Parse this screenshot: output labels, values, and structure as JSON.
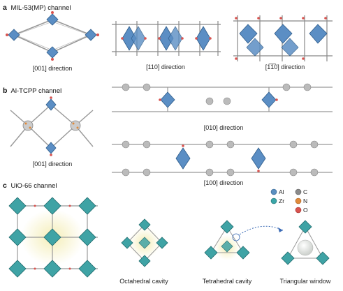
{
  "panels": [
    {
      "letter": "a",
      "title": "MIL-53(MP) channel",
      "views": [
        "[001] direction",
        "[110] direction",
        "[1̅1̅0] direction"
      ]
    },
    {
      "letter": "b",
      "title": "Al-TCPP channel",
      "views": [
        "[001] direction",
        "[010] direction",
        "[100] direction"
      ]
    },
    {
      "letter": "c",
      "title": "UiO-66 channel",
      "views": [
        "Octahedral cavity",
        "Tetrahedral cavity",
        "Triangular window"
      ]
    }
  ],
  "legend": [
    {
      "symbol": "Al",
      "color": "#5a8fc0"
    },
    {
      "symbol": "Zr",
      "color": "#3aa6a8"
    },
    {
      "symbol": "C",
      "color": "#8a8a8a"
    },
    {
      "symbol": "N",
      "color": "#e08a3a"
    },
    {
      "symbol": "O",
      "color": "#d9534f"
    }
  ],
  "colors": {
    "al_polyhedron": "#5b8ec4",
    "zr_polyhedron": "#3fa3a5",
    "carbon": "#8a8a8a",
    "oxygen": "#d9534f",
    "nitrogen": "#e08a3a",
    "cavity": "#f0e6a0"
  }
}
